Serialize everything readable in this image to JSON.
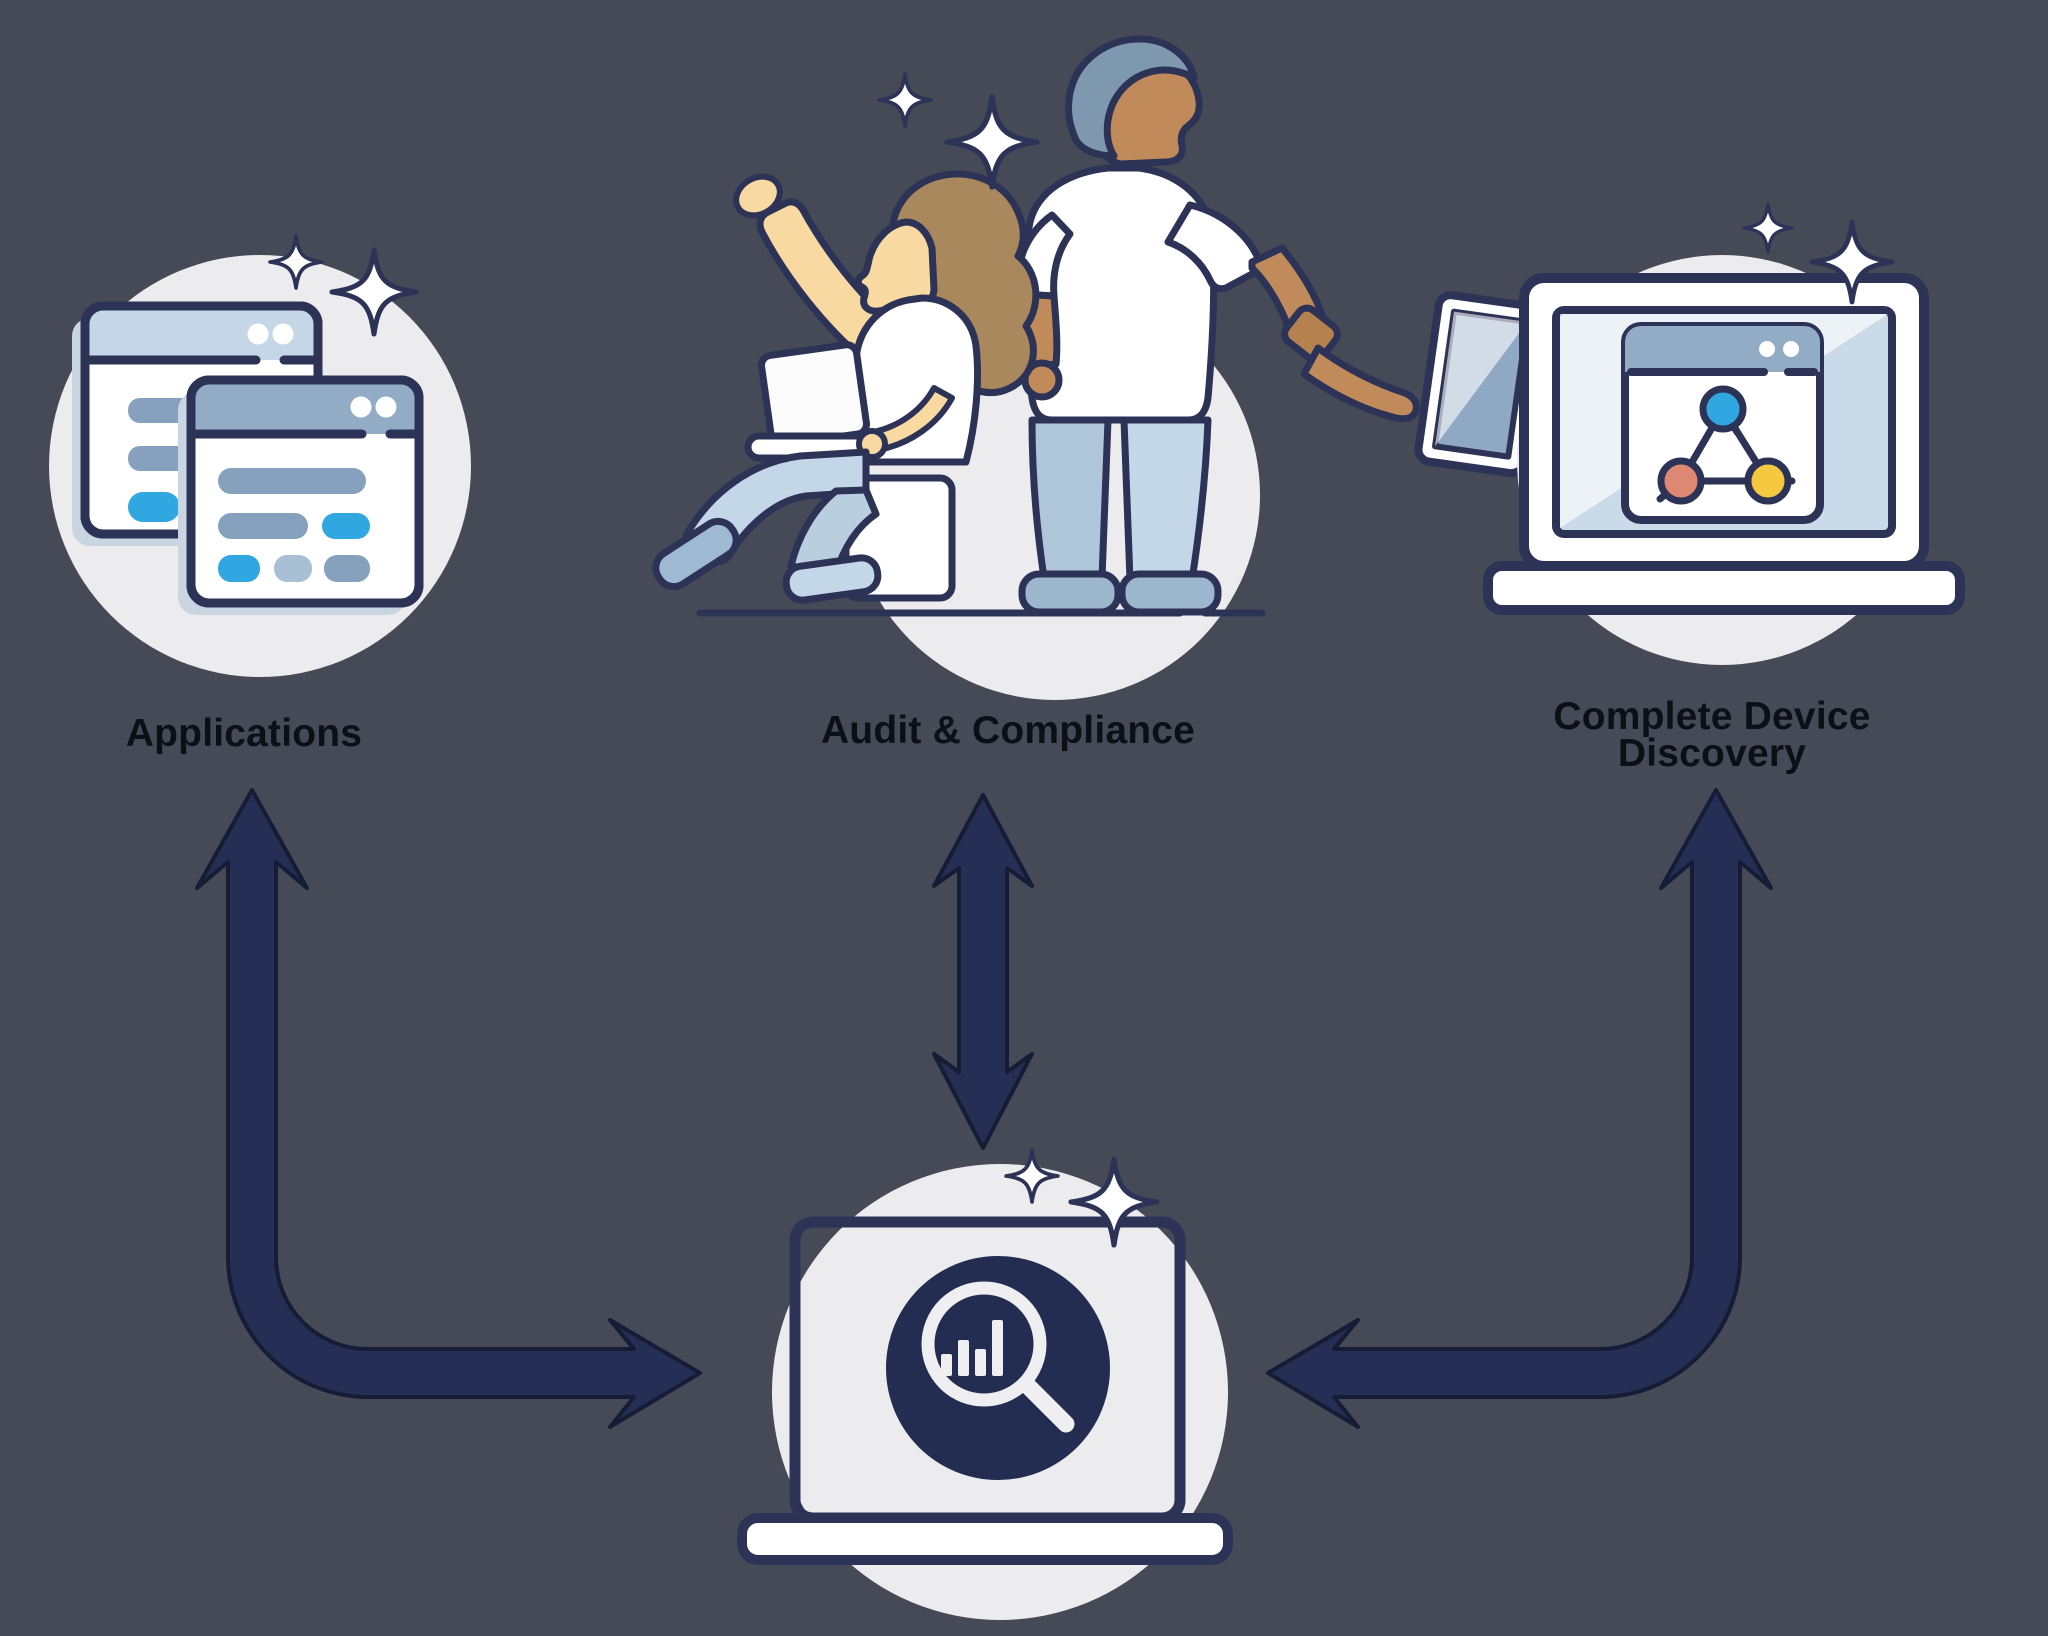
{
  "diagram": {
    "background": "#464A57",
    "hub": {
      "id": "analytics-hub",
      "icon": "laptop-analytics-magnifier-icon",
      "label": ""
    },
    "nodes": [
      {
        "id": "applications",
        "label": "Applications",
        "icon": "browser-windows-icon"
      },
      {
        "id": "audit-compliance",
        "label": "Audit & Compliance",
        "icon": "people-collaboration-icon"
      },
      {
        "id": "device-discovery",
        "label": "Complete Device Discovery",
        "icon": "laptop-network-icon"
      }
    ],
    "edges": [
      {
        "between": [
          "applications",
          "analytics-hub"
        ],
        "shape": "elbow-up-left",
        "heads": "both"
      },
      {
        "between": [
          "audit-compliance",
          "analytics-hub"
        ],
        "shape": "straight-vertical",
        "heads": "both"
      },
      {
        "between": [
          "device-discovery",
          "analytics-hub"
        ],
        "shape": "elbow-up-right",
        "heads": "both"
      }
    ],
    "palette": {
      "background": "#464A57",
      "outline_navy": "#2D3357",
      "arrow_fill": "#252E55",
      "arrow_stroke": "#161C36",
      "halo_gray": "#ECECEE",
      "white": "#FFFFFF",
      "pale_blue_header": "#C5D6E6",
      "steel_blue_header": "#92ACC6",
      "pill_blue_gray": "#86A1BD",
      "pill_light_blue_gray": "#A9BFD3",
      "accent_blue": "#30A7E0",
      "node_salmon": "#DE8873",
      "node_yellow": "#F4C93F",
      "screen_blue": "#CBDAE9",
      "skin_light": "#F8D9A1",
      "skin_dark": "#C08A5B",
      "hair_brown": "#A9885E",
      "hair_blue_gray": "#7E99AF",
      "denim": "#C4D7E9",
      "denim_dark": "#9DBAD2",
      "hub_navy": "#232C51",
      "label_color": "#0D0F17"
    }
  }
}
